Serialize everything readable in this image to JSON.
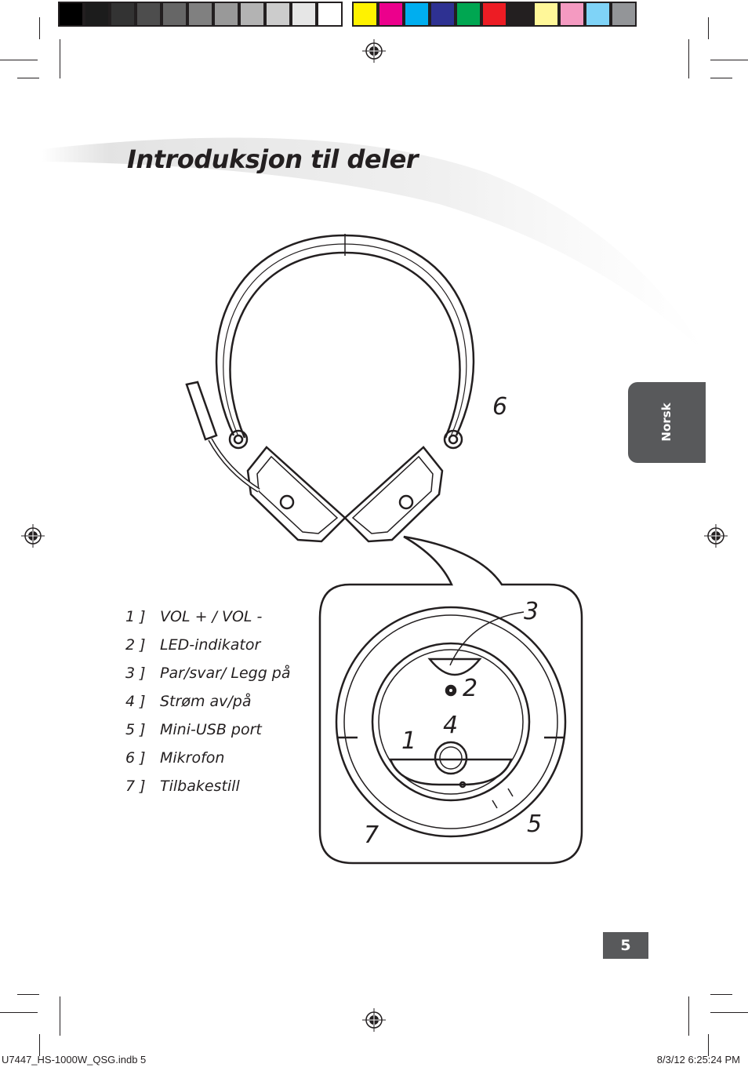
{
  "title": "Introduksjon til deler",
  "side_tab": "Norsk",
  "page_number": "5",
  "parts": [
    {
      "num": "1 ]",
      "label": "VOL + / VOL -"
    },
    {
      "num": "2 ]",
      "label": "LED-indikator"
    },
    {
      "num": "3 ]",
      "label": "Par/svar/ Legg på"
    },
    {
      "num": "4 ]",
      "label": "Strøm av/på"
    },
    {
      "num": "5 ]",
      "label": "Mini-USB port"
    },
    {
      "num": "6 ]",
      "label": "Mikrofon"
    },
    {
      "num": "7 ]",
      "label": "Tilbakestill"
    }
  ],
  "callouts": {
    "n1": "1",
    "n2": "2",
    "n3": "3",
    "n4": "4",
    "n5": "5",
    "n6": "6",
    "n7": "7"
  },
  "footer": {
    "file": "U7447_HS-1000W_QSG.indb   5",
    "date": "8/3/12   6:25:24 PM"
  },
  "colors": {
    "text": "#231f20",
    "tab": "#58595b",
    "gray_swatches": [
      "#000000",
      "#1c1c1c",
      "#333333",
      "#4d4d4d",
      "#666666",
      "#808080",
      "#999999",
      "#b3b3b3",
      "#cccccc",
      "#e6e6e6",
      "#ffffff"
    ],
    "process_swatches": [
      "#fff200",
      "#ec008c",
      "#00aeef",
      "#2e3192",
      "#00a651",
      "#ed1c24",
      "#231f20",
      "#fff799",
      "#f49ac1",
      "#7fd3f7",
      "#939598"
    ]
  }
}
